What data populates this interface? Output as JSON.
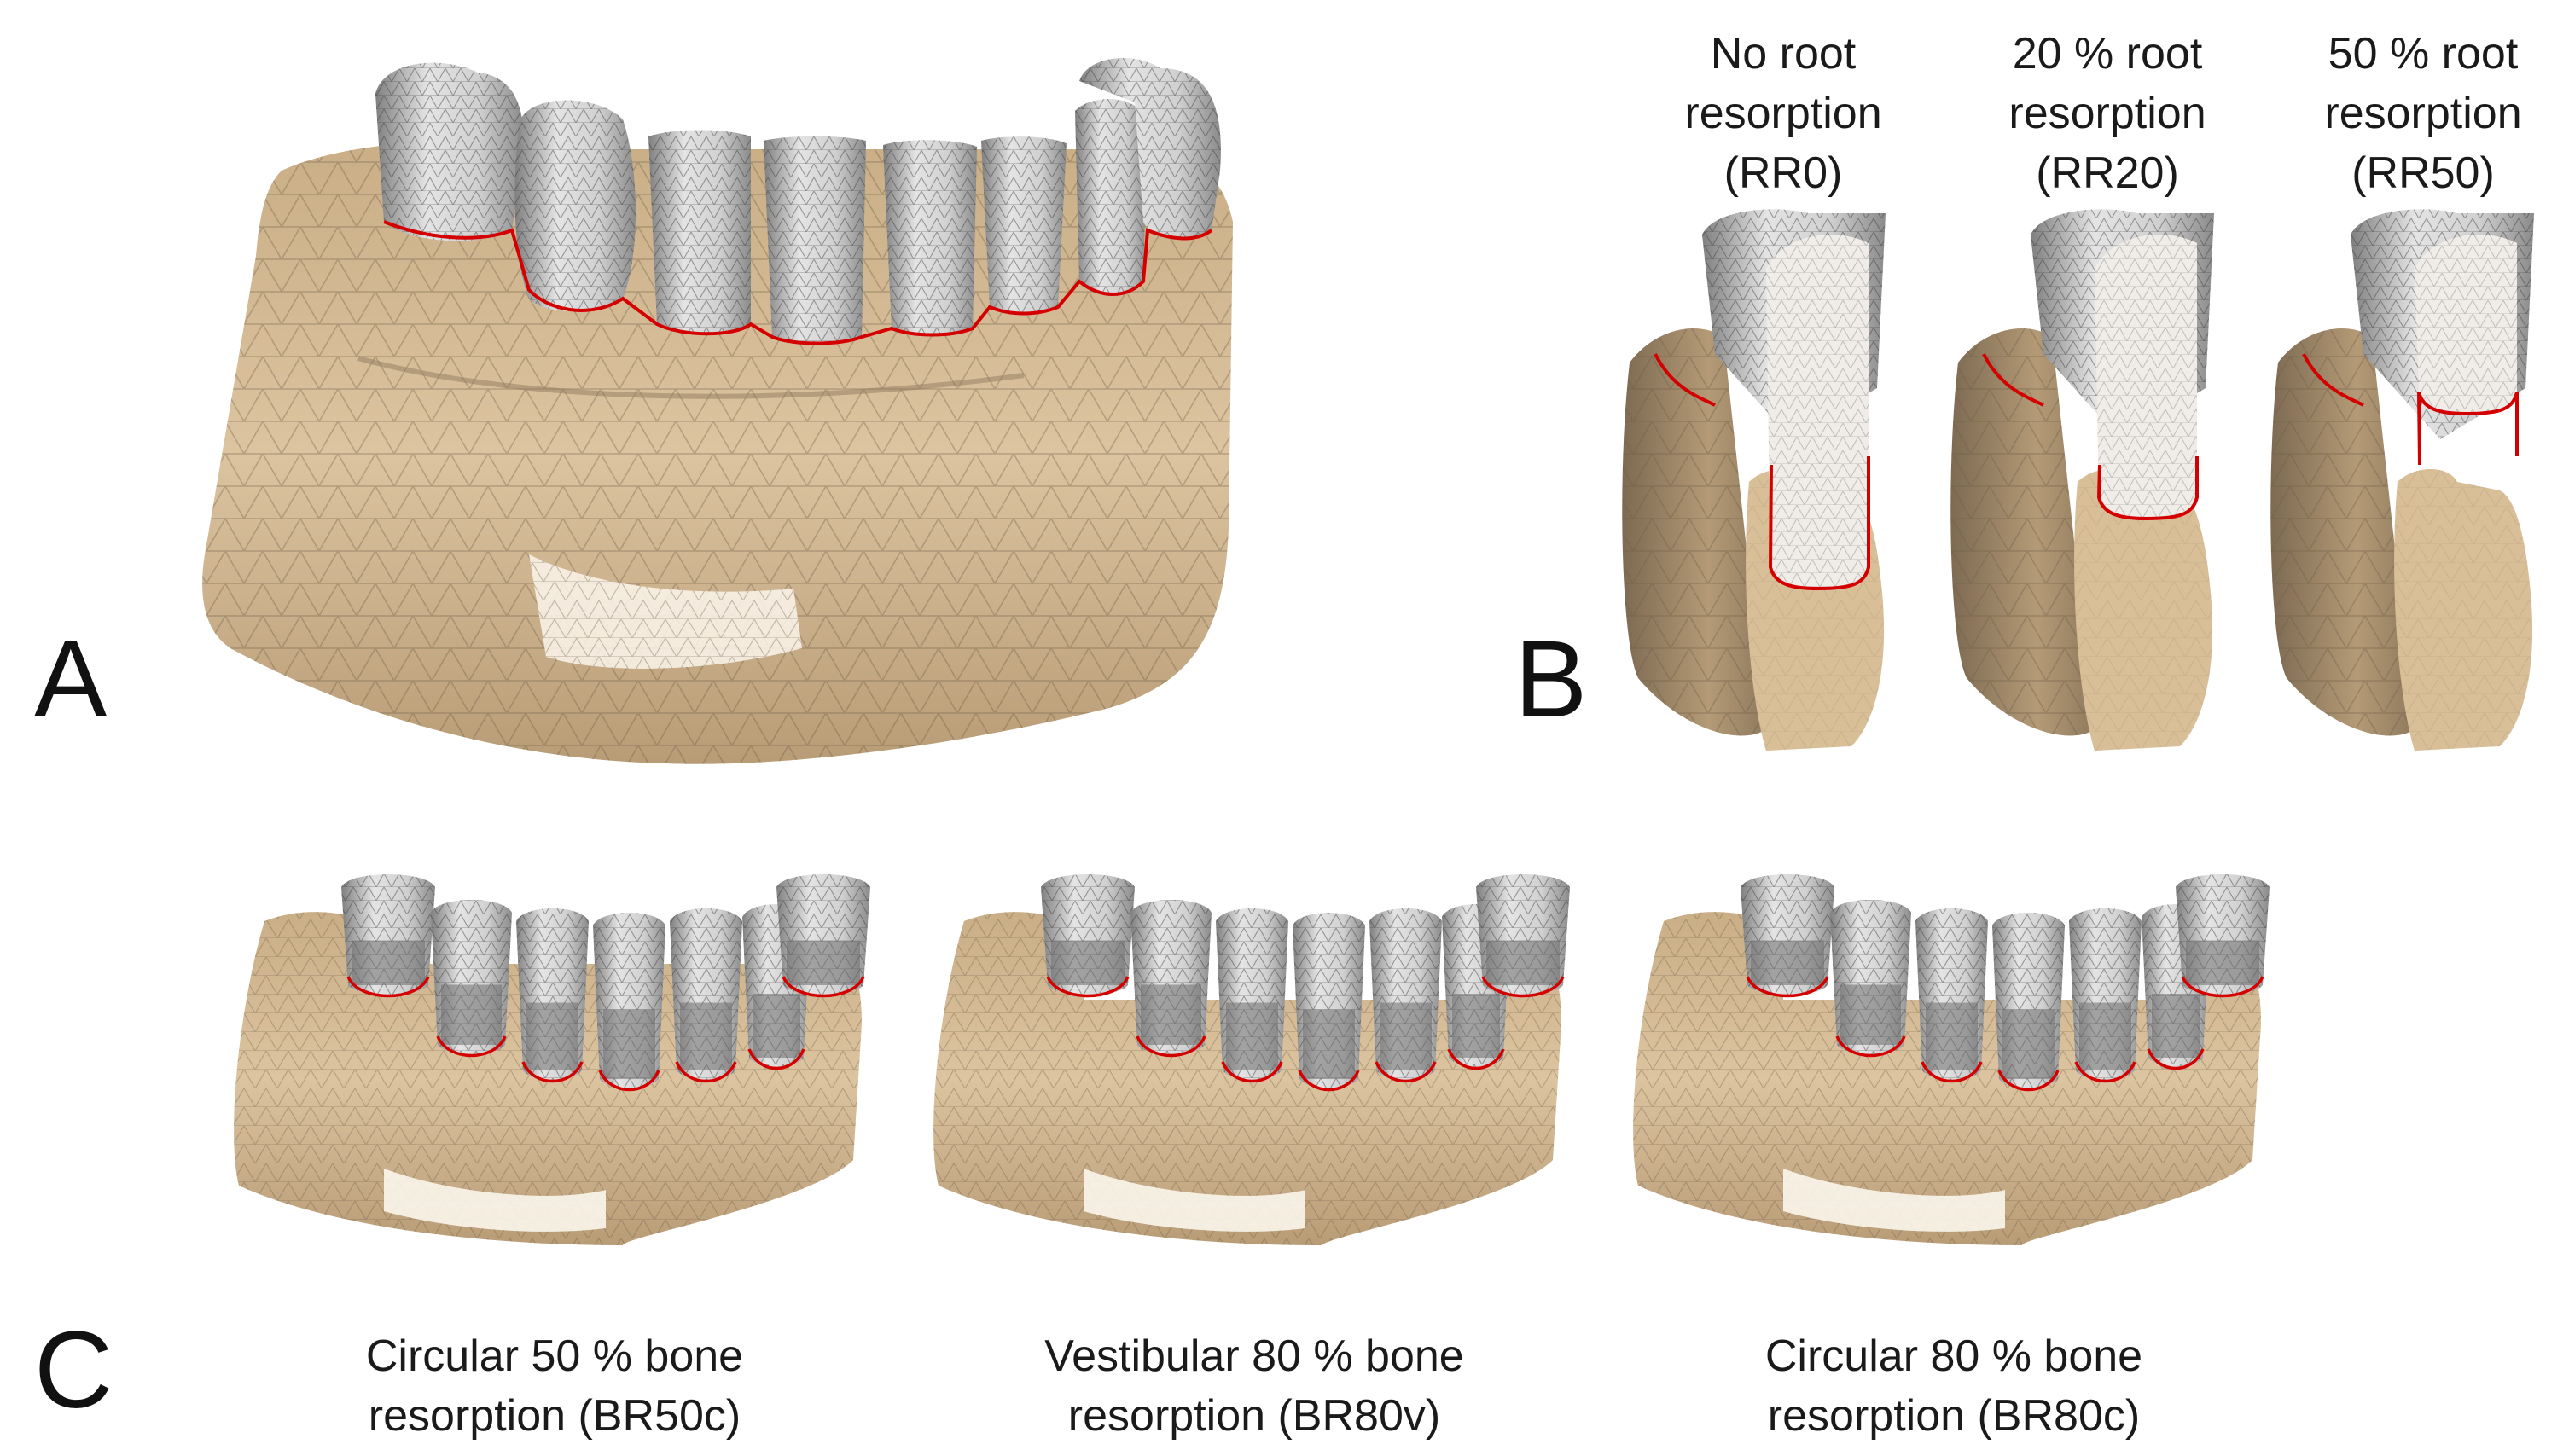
{
  "panels": {
    "a": {
      "letter": "A"
    },
    "b": {
      "letter": "B",
      "variants": [
        {
          "line1": "No root",
          "line2": "resorption",
          "line3": "(RR0)",
          "root_fraction": 1.0
        },
        {
          "line1": "20 % root",
          "line2": "resorption",
          "line3": "(RR20)",
          "root_fraction": 0.8
        },
        {
          "line1": "50 % root",
          "line2": "resorption",
          "line3": "(RR50)",
          "root_fraction": 0.5
        }
      ]
    },
    "c": {
      "letter": "C",
      "variants": [
        {
          "line1": "Circular 50 % bone",
          "line2": "resorption (BR50c)",
          "bone_loss_fraction": 0.5,
          "pattern": "circular"
        },
        {
          "line1": "Vestibular 80 % bone",
          "line2": "resorption (BR80v)",
          "bone_loss_fraction": 0.8,
          "pattern": "vestibular"
        },
        {
          "line1": "Circular 80 % bone",
          "line2": "resorption (BR80c)",
          "bone_loss_fraction": 0.8,
          "pattern": "circular"
        }
      ]
    }
  },
  "colors": {
    "bone": "#d9bf98",
    "bone_shadow": "#a88d68",
    "bone_highlight": "#fbf6ec",
    "tooth": "#d6d6d6",
    "tooth_shadow": "#8c8c8c",
    "root_section": "#f0ede8",
    "contact_line": "#d40000",
    "mesh": "#6b5a45"
  }
}
